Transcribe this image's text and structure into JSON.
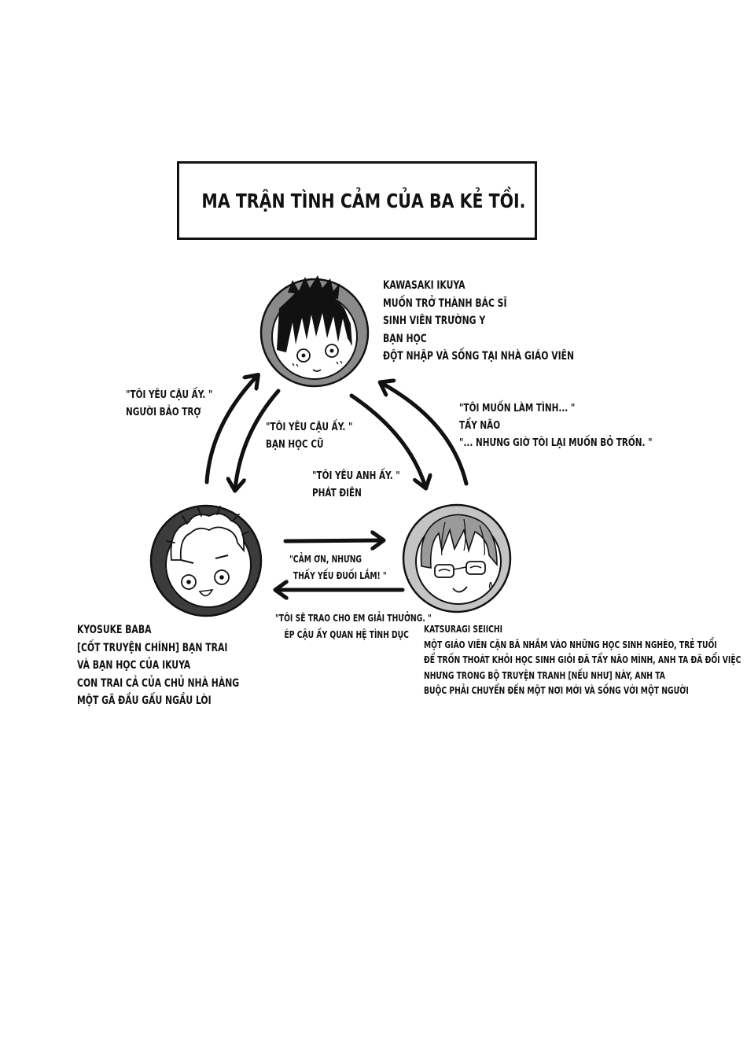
{
  "title": "MA TRẬN TÌNH CẢM CỦA BA KẺ TỒI.",
  "characters": {
    "ikuya": {
      "lines": [
        "KAWASAKI IKUYA",
        "MUỐN TRỞ THÀNH BÁC SĨ",
        "SINH VIÊN TRƯỜNG Y",
        "BẠN HỌC",
        "ĐỘT NHẬP VÀ SỐNG TẠI NHÀ GIÁO VIÊN"
      ]
    },
    "baba": {
      "lines": [
        "KYOSUKE BABA",
        "[CỐT TRUYỆN CHÍNH] BẠN TRAI",
        "VÀ BẠN HỌC CỦA IKUYA",
        "CON TRAI CẢ CỦA CHỦ NHÀ HÀNG",
        "MỘT GÃ ĐẦU GẤU NGẦU LÒI"
      ]
    },
    "seiichi": {
      "lines": [
        "KATSURAGI SEIICHI",
        "MỘT GIÁO VIÊN CẶN BÃ NHẮM VÀO NHỮNG HỌC SINH NGHÈO, TRẺ TUỔI",
        "ĐỂ TRỐN THOÁT KHỎI HỌC SINH GIỎI ĐÃ TẨY NÃO MÌNH, ANH TA ĐÃ ĐỔI VIỆC",
        "NHƯNG TRONG BỘ TRUYỆN TRANH [NẾU NHƯ] NÀY, ANH TA",
        "BUỘC PHẢI CHUYỂN ĐẾN MỘT NƠI MỚI VÀ SỐNG VỚI MỘT NGƯỜI"
      ]
    }
  },
  "relations": {
    "baba_to_ikuya": [
      "\"TÔI YÊU CẬU ẤY. \"",
      "NGƯỜI BẢO TRỢ"
    ],
    "ikuya_to_baba": [
      "\"TÔI YÊU CẬU ẤY. \"",
      "BẠN HỌC CŨ"
    ],
    "ikuya_to_seiichi": [
      "\"TÔI YÊU ANH ẤY. \"",
      "PHÁT ĐIÊN"
    ],
    "seiichi_to_ikuya": [
      "\"TÔI MUỐN LÀM TÌNH... \"",
      "TẨY NÃO",
      "\"... NHƯNG GIỜ TÔI LẠI MUỐN BỎ TRỐN. \""
    ],
    "baba_to_seiichi": [
      "\"CẢM ƠN, NHƯNG",
      "THẤY YẾU ĐUỐI LẮM! \""
    ],
    "seiichi_to_baba": [
      "\"TÔI SẼ TRAO CHO EM GIẢI THƯỞNG. \"",
      "ÉP CẬU ẤY QUAN HỆ TÌNH DỤC"
    ]
  },
  "colors": {
    "ink": "#111111",
    "avatar_ring_ikuya": "#8a8a8a",
    "avatar_ring_baba": "#3c3c3c",
    "avatar_ring_seiichi": "#c4c4c4"
  }
}
